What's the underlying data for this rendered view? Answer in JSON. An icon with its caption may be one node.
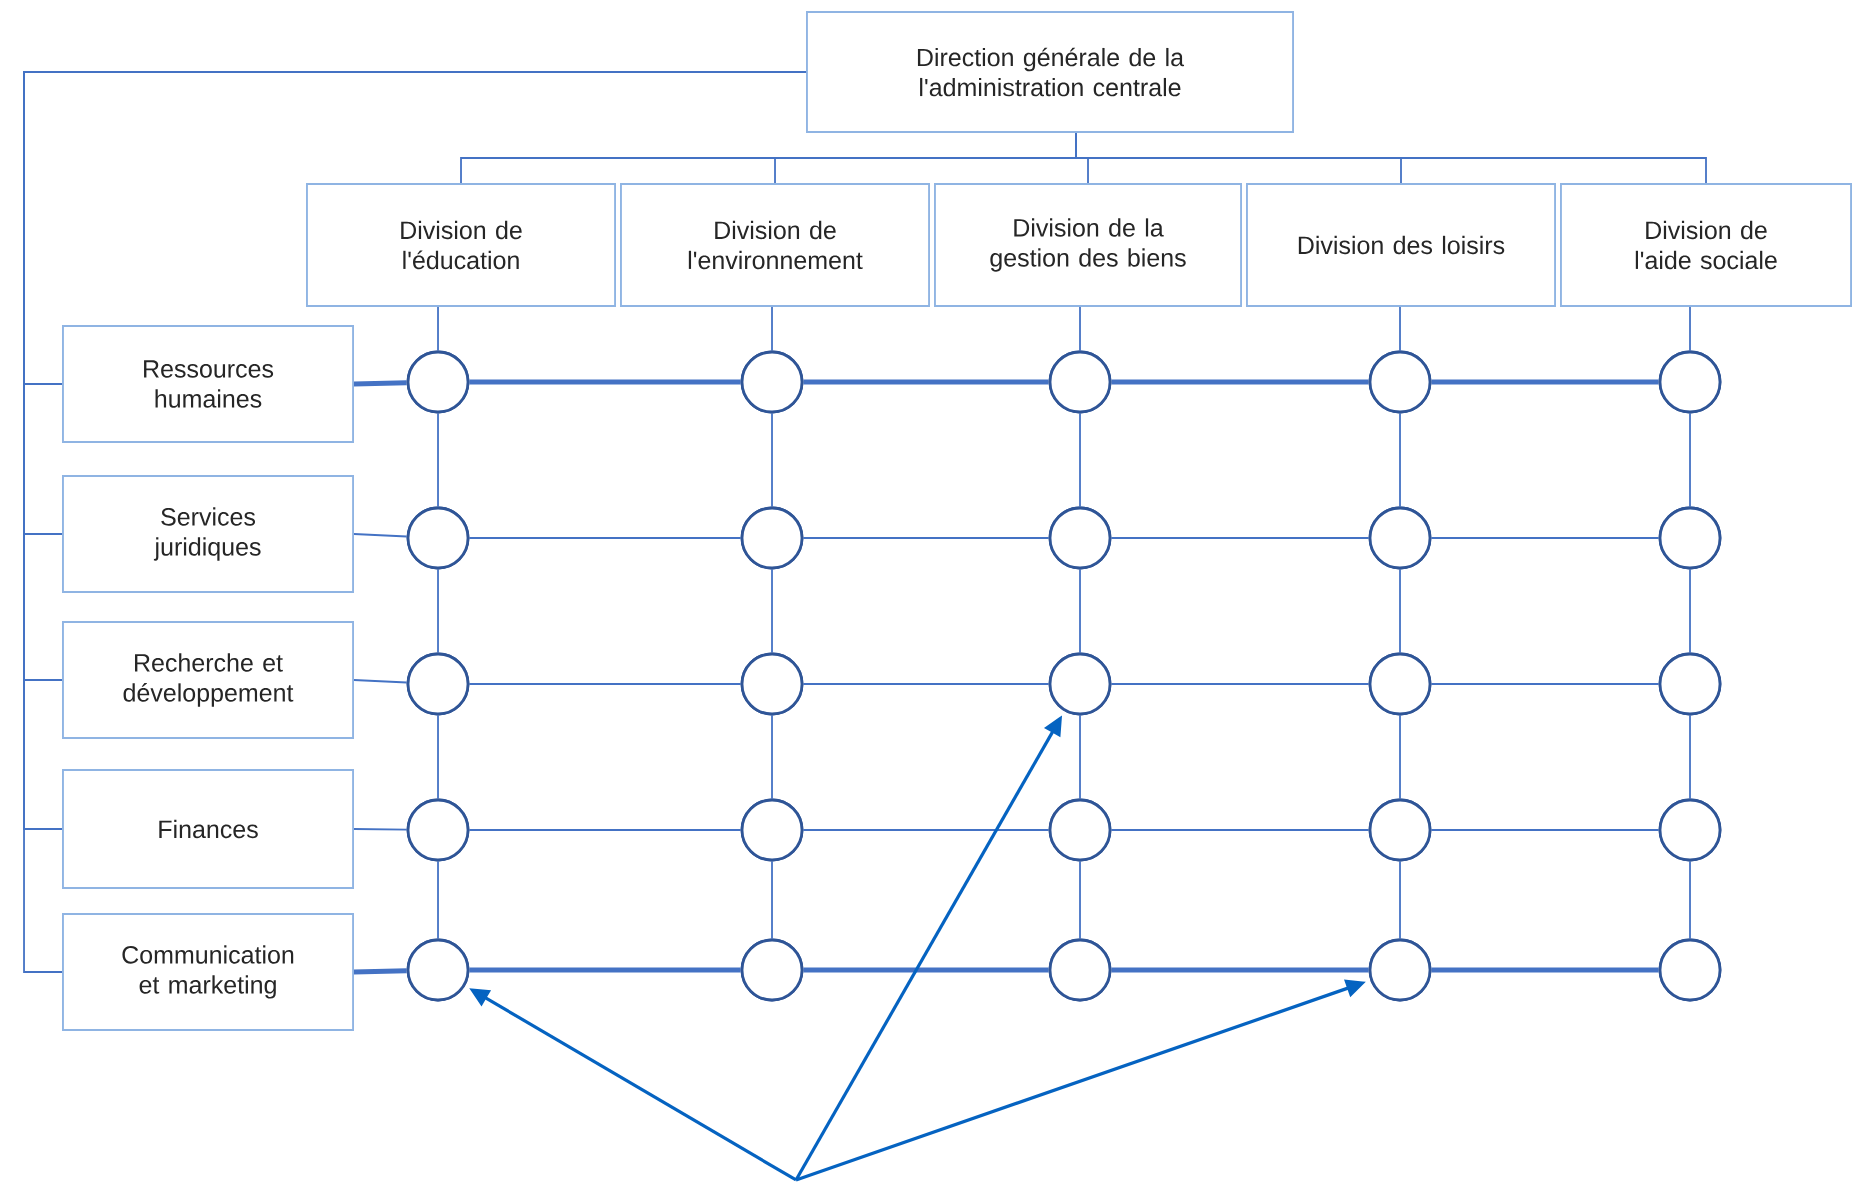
{
  "diagram": {
    "nodes": [
      {
        "text": [
          "Direction générale de la l'administration centrale"
        ]
      },
      {
        "text": [
          "Division de l'éducation"
        ]
      },
      {
        "text": [
          "Division de l'environnement"
        ]
      },
      {
        "text": [
          "Division de la gestion des biens"
        ]
      },
      {
        "text": [
          "Division des loisirs"
        ]
      },
      {
        "text": [
          "Division de l'aide sociale"
        ]
      },
      {
        "text": [
          "Ressources humaines"
        ]
      },
      {
        "text": [
          "Services juridiques"
        ]
      },
      {
        "text": [
          "Recherche et développement"
        ]
      },
      {
        "text": [
          "Finances"
        ]
      },
      {
        "text": [
          "Communication et marketing"
        ]
      },
      {
        "text": [],
        "shape": "circle"
      },
      {
        "text": [],
        "shape": "circle"
      },
      {
        "text": [],
        "shape": "circle"
      },
      {
        "text": [],
        "shape": "circle"
      },
      {
        "text": [],
        "shape": "circle"
      },
      {
        "text": [],
        "shape": "circle"
      },
      {
        "text": [],
        "shape": "circle"
      },
      {
        "text": [],
        "shape": "circle"
      },
      {
        "text": [],
        "shape": "circle"
      },
      {
        "text": [],
        "shape": "circle"
      },
      {
        "text": [],
        "shape": "circle"
      },
      {
        "text": [],
        "shape": "circle"
      },
      {
        "text": [],
        "shape": "circle"
      },
      {
        "text": [],
        "shape": "circle"
      },
      {
        "text": [],
        "shape": "circle"
      },
      {
        "text": [],
        "shape": "circle"
      },
      {
        "text": [],
        "shape": "circle"
      },
      {
        "text": [],
        "shape": "circle"
      },
      {
        "text": [],
        "shape": "circle"
      },
      {
        "text": [],
        "shape": "circle"
      },
      {
        "text": [],
        "shape": "circle"
      },
      {
        "text": [],
        "shape": "circle"
      },
      {
        "text": [],
        "shape": "circle"
      },
      {
        "text": [],
        "shape": "circle"
      },
      {
        "text": [],
        "shape": "circle"
      }
    ],
    "edges": [
      {
        "from": 0,
        "to": 1,
        "arrow": "none"
      },
      {
        "from": 0,
        "to": 2,
        "arrow": "none"
      },
      {
        "from": 0,
        "to": 3,
        "arrow": "none"
      },
      {
        "from": 0,
        "to": 4,
        "arrow": "none"
      },
      {
        "from": 0,
        "to": 5,
        "arrow": "none"
      },
      {
        "from": 0,
        "to": 6,
        "arrow": "none"
      },
      {
        "from": 0,
        "to": 7,
        "arrow": "none"
      },
      {
        "from": 0,
        "to": 8,
        "arrow": "none"
      },
      {
        "from": 0,
        "to": 9,
        "arrow": "none"
      },
      {
        "from": 0,
        "to": 10,
        "arrow": "none"
      },
      {
        "from": 6,
        "to": 11,
        "arrow": "none",
        "style": "thick"
      },
      {
        "from": 11,
        "to": 12,
        "arrow": "none",
        "style": "thick"
      },
      {
        "from": 12,
        "to": 13,
        "arrow": "none",
        "style": "thick"
      },
      {
        "from": 13,
        "to": 14,
        "arrow": "none",
        "style": "thick"
      },
      {
        "from": 14,
        "to": 15,
        "arrow": "none",
        "style": "thick"
      },
      {
        "from": 7,
        "to": 16,
        "arrow": "none"
      },
      {
        "from": 16,
        "to": 17,
        "arrow": "none"
      },
      {
        "from": 17,
        "to": 18,
        "arrow": "none"
      },
      {
        "from": 18,
        "to": 19,
        "arrow": "none"
      },
      {
        "from": 19,
        "to": 20,
        "arrow": "none"
      },
      {
        "from": 8,
        "to": 21,
        "arrow": "none"
      },
      {
        "from": 21,
        "to": 22,
        "arrow": "none"
      },
      {
        "from": 22,
        "to": 23,
        "arrow": "none"
      },
      {
        "from": 23,
        "to": 24,
        "arrow": "none"
      },
      {
        "from": 24,
        "to": 25,
        "arrow": "none"
      },
      {
        "from": 9,
        "to": 26,
        "arrow": "none"
      },
      {
        "from": 26,
        "to": 27,
        "arrow": "none"
      },
      {
        "from": 27,
        "to": 28,
        "arrow": "none"
      },
      {
        "from": 28,
        "to": 29,
        "arrow": "none"
      },
      {
        "from": 29,
        "to": 30,
        "arrow": "none"
      },
      {
        "from": 10,
        "to": 31,
        "arrow": "none",
        "style": "thick"
      },
      {
        "from": 31,
        "to": 32,
        "arrow": "none",
        "style": "thick"
      },
      {
        "from": 32,
        "to": 33,
        "arrow": "none",
        "style": "thick"
      },
      {
        "from": 33,
        "to": 34,
        "arrow": "none",
        "style": "thick"
      },
      {
        "from": 34,
        "to": 35,
        "arrow": "none",
        "style": "thick"
      },
      {
        "from": 1,
        "to": 11,
        "arrow": "none"
      },
      {
        "from": 11,
        "to": 16,
        "arrow": "none"
      },
      {
        "from": 16,
        "to": 21,
        "arrow": "none"
      },
      {
        "from": 21,
        "to": 26,
        "arrow": "none"
      },
      {
        "from": 26,
        "to": 31,
        "arrow": "none"
      },
      {
        "from": 2,
        "to": 12,
        "arrow": "none"
      },
      {
        "from": 12,
        "to": 17,
        "arrow": "none"
      },
      {
        "from": 17,
        "to": 22,
        "arrow": "none"
      },
      {
        "from": 22,
        "to": 27,
        "arrow": "none"
      },
      {
        "from": 27,
        "to": 32,
        "arrow": "none"
      },
      {
        "from": 3,
        "to": 13,
        "arrow": "none"
      },
      {
        "from": 13,
        "to": 18,
        "arrow": "none"
      },
      {
        "from": 18,
        "to": 23,
        "arrow": "none"
      },
      {
        "from": 23,
        "to": 28,
        "arrow": "none"
      },
      {
        "from": 28,
        "to": 33,
        "arrow": "none"
      },
      {
        "from": 4,
        "to": 14,
        "arrow": "none"
      },
      {
        "from": 14,
        "to": 19,
        "arrow": "none"
      },
      {
        "from": 19,
        "to": 24,
        "arrow": "none"
      },
      {
        "from": 24,
        "to": 29,
        "arrow": "none"
      },
      {
        "from": 29,
        "to": 34,
        "arrow": "none"
      },
      {
        "from": 5,
        "to": 15,
        "arrow": "none"
      },
      {
        "from": 15,
        "to": 20,
        "arrow": "none"
      },
      {
        "from": 20,
        "to": 25,
        "arrow": "none"
      },
      {
        "from": 25,
        "to": 30,
        "arrow": "none"
      },
      {
        "from": 30,
        "to": 35,
        "arrow": "none"
      },
      {
        "from": null,
        "to": 31,
        "arrow": "to",
        "color": "#0563c1"
      },
      {
        "from": null,
        "to": 23,
        "arrow": "to",
        "color": "#0563c1"
      },
      {
        "from": null,
        "to": 34,
        "arrow": "to",
        "color": "#0563c1"
      }
    ]
  }
}
